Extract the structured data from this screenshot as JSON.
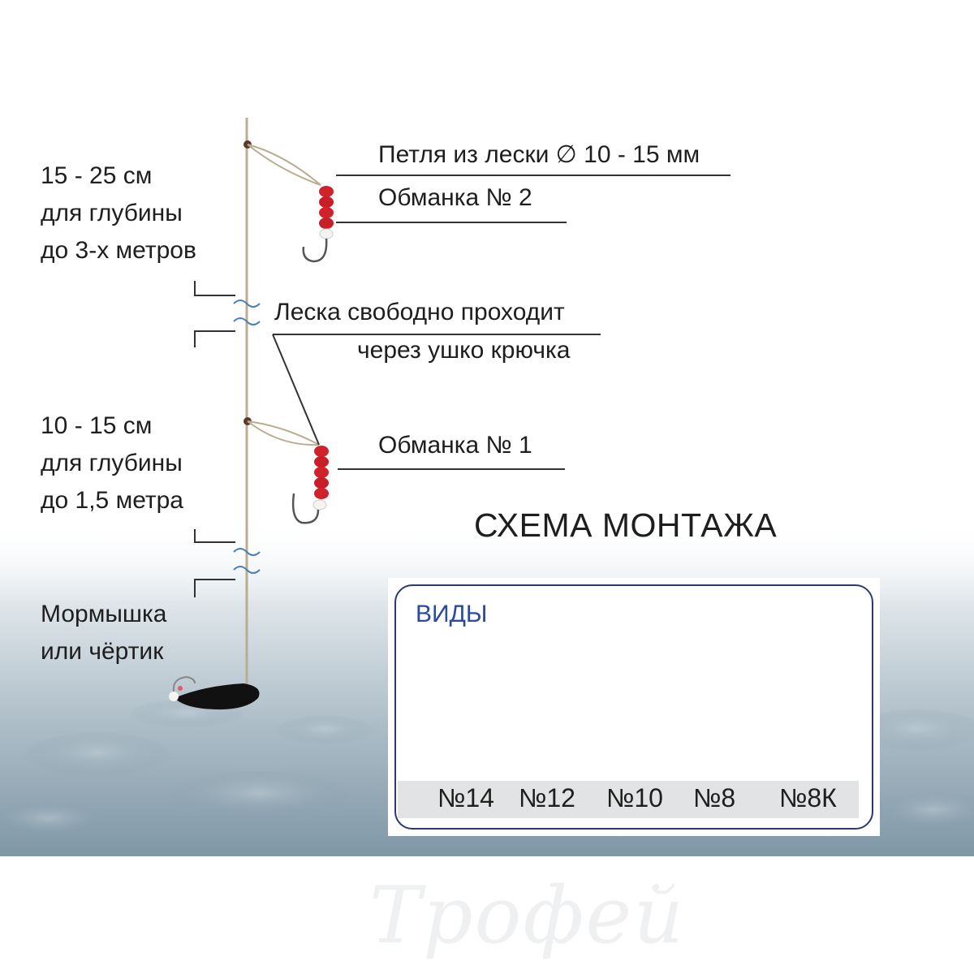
{
  "depth_upper": {
    "range": "15 - 25 см",
    "line2": "для  глубины",
    "line3": "до 3-х метров"
  },
  "depth_lower": {
    "range": "10 - 15 см",
    "line2": "для  глубины",
    "line3": "до 1,5 метра"
  },
  "bottom_lure": {
    "line1": "Мормышка",
    "line2": "или чёртик"
  },
  "callouts": {
    "loop": "Петля из лески ∅ 10 - 15 мм",
    "lure2": "Обманка № 2",
    "free_line_1": "Леска свободно проходит",
    "free_line_2": "через ушко крючка",
    "lure1": "Обманка № 1"
  },
  "title": "СХЕМА МОНТАЖА",
  "kinds": {
    "title": "ВИДЫ",
    "sizes": [
      "№14",
      "№12",
      "№10",
      "№8",
      "№8К"
    ]
  },
  "watermark": "Трофей",
  "colors": {
    "bead_red": "#d0222b",
    "bead_yellow": "#f2d21b",
    "bead_blue": "#2a2f8c",
    "bead_white": "#f4f4f0",
    "frame": "#2c3a6e",
    "kinds_title": "#2b4aa0"
  }
}
